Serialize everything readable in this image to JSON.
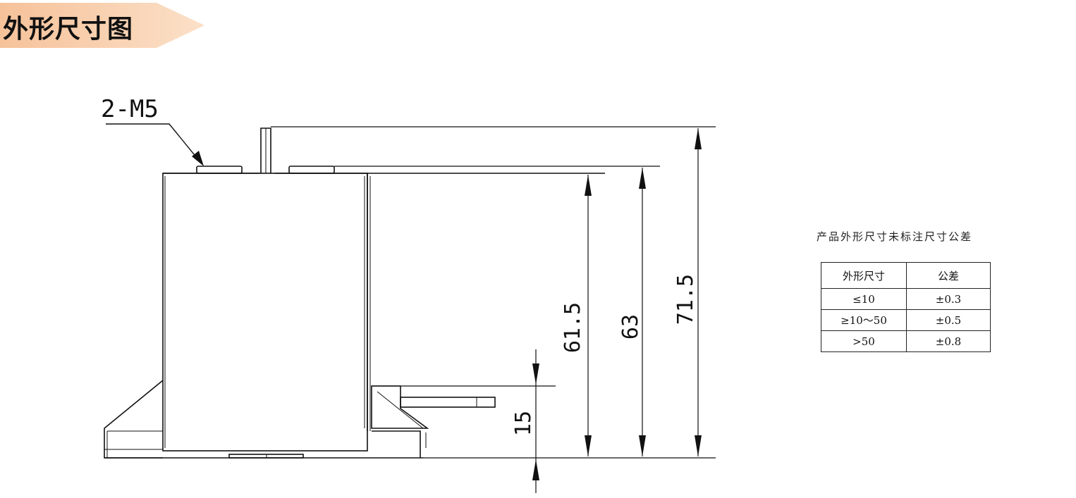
{
  "header": {
    "title": "外形尺寸图",
    "banner_color": "#f6c9a0"
  },
  "drawing": {
    "thread_label": "2-M5",
    "dim_61_5": "61.5",
    "dim_63": "63",
    "dim_71_5": "71.5",
    "dim_15": "15"
  },
  "tolerance": {
    "caption": "产品外形尺寸未标注尺寸公差",
    "headers": [
      "外形尺寸",
      "公差"
    ],
    "rows": [
      {
        "size": "≤10",
        "tol": "±0.3"
      },
      {
        "size": "≥10～50",
        "tol": "±0.5"
      },
      {
        "size": ">50",
        "tol": "±0.8"
      }
    ]
  }
}
